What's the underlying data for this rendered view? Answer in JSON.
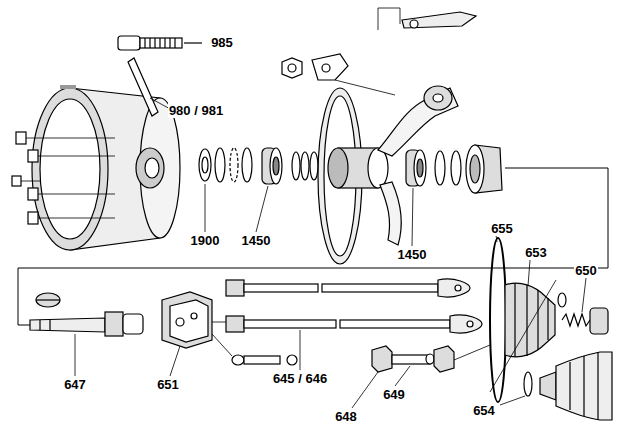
{
  "diagram": {
    "labels": [
      "985",
      "980 / 981",
      "1900",
      "1450",
      "1450",
      "655",
      "653",
      "650",
      "647",
      "651",
      "645 / 646",
      "648",
      "649",
      "654"
    ]
  }
}
